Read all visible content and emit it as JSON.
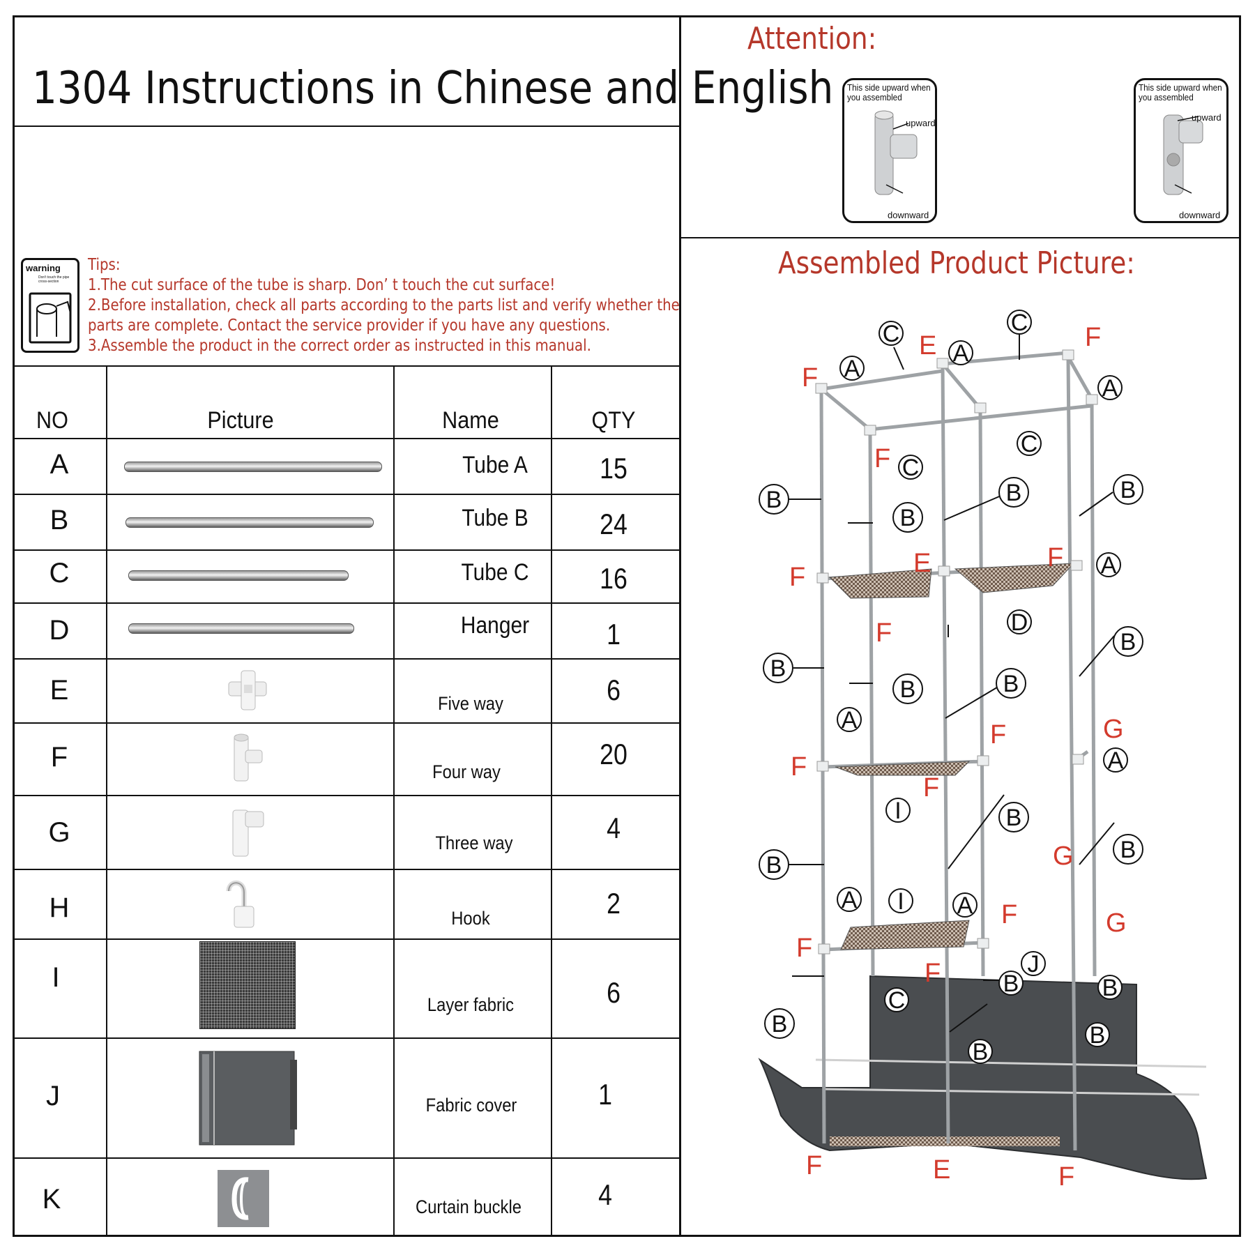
{
  "title": "1304 Instructions in Chinese and English",
  "warning_icon": {
    "label": "warning",
    "sub": "Don't touch the pipe cross-section"
  },
  "tips": {
    "heading": "Tips:",
    "lines": [
      "1.The cut surface of the tube is sharp. Don’ t touch the cut surface!",
      "2.Before installation, check all parts according to the parts list and verify whether the",
      "parts are complete. Contact the service provider if you have any questions.",
      "3.Assemble the product in the correct order as instructed in this manual."
    ]
  },
  "table": {
    "headers": {
      "no": "NO",
      "picture": "Picture",
      "name": "Name",
      "qty": "QTY"
    },
    "rows": [
      {
        "no": "A",
        "name": "Tube A",
        "qty": "15",
        "icon": "tube-icon"
      },
      {
        "no": "B",
        "name": "Tube B",
        "qty": "24",
        "icon": "tube-icon"
      },
      {
        "no": "C",
        "name": "Tube C",
        "qty": "16",
        "icon": "tube-icon"
      },
      {
        "no": "D",
        "name": "Hanger",
        "qty": "1",
        "icon": "tube-icon"
      },
      {
        "no": "E",
        "name": "Five way",
        "qty": "6",
        "icon": "five-way-connector-icon"
      },
      {
        "no": "F",
        "name": "Four way",
        "qty": "20",
        "icon": "four-way-connector-icon"
      },
      {
        "no": "G",
        "name": "Three way",
        "qty": "4",
        "icon": "three-way-connector-icon"
      },
      {
        "no": "H",
        "name": "Hook",
        "qty": "2",
        "icon": "hook-icon"
      },
      {
        "no": "I",
        "name": "Layer fabric",
        "qty": "6",
        "icon": "fabric-icon"
      },
      {
        "no": "J",
        "name": "Fabric cover",
        "qty": "1",
        "icon": "fabric-cover-icon"
      },
      {
        "no": "K",
        "name": "Curtain buckle",
        "qty": "4",
        "icon": "buckle-icon"
      }
    ]
  },
  "attention": {
    "title": "Attention:",
    "cards": [
      {
        "text1": "This side upward when",
        "text2": "you assembled",
        "up": "upward",
        "down": "downward"
      },
      {
        "text1": "This side upward when",
        "text2": "you assembled",
        "up": "upward",
        "down": "downward"
      }
    ]
  },
  "assembled": {
    "title": "Assembled Product Picture:",
    "black_labels": [
      "C",
      "A",
      "A",
      "C",
      "A",
      "C",
      "C",
      "B",
      "B",
      "B",
      "B",
      "A",
      "D",
      "B",
      "B",
      "B",
      "B",
      "A",
      "I",
      "A",
      "B",
      "B",
      "B",
      "A",
      "I",
      "A",
      "J",
      "B",
      "C",
      "B",
      "B",
      "B",
      "B"
    ],
    "red_labels": [
      "F",
      "E",
      "F",
      "F",
      "F",
      "E",
      "F",
      "F",
      "F",
      "F",
      "F",
      "G",
      "F",
      "G",
      "F",
      "G",
      "F",
      "F",
      "E",
      "F"
    ]
  },
  "colors": {
    "accent_red": "#b5372a",
    "fabric_dark": "#4a4d50",
    "tube_grey": "#9ea2a5"
  }
}
